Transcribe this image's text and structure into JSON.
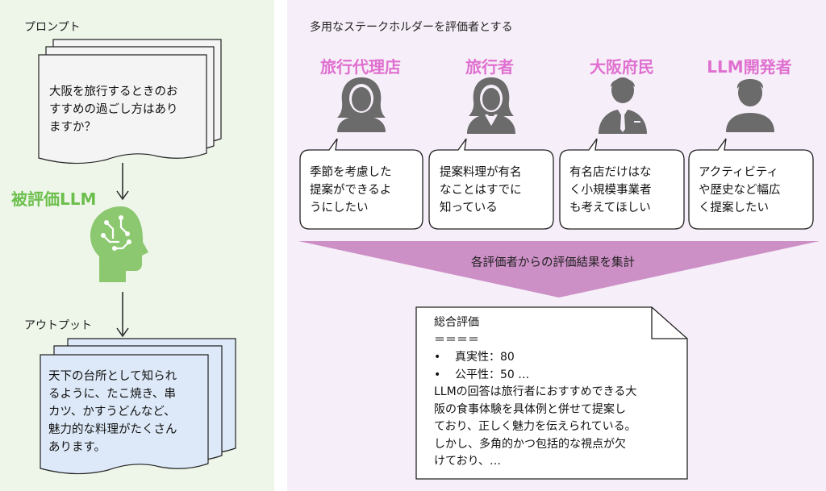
{
  "left": {
    "prompt_label": "プロンプト",
    "prompt_text": [
      "大阪を旅行するときのお",
      "すすめの過ごし方はあり",
      "ますか？"
    ],
    "llm_label": "被評価LLM",
    "output_label": "アウトプット",
    "output_text": [
      "天下の台所として知られ",
      "るように、たこ焼き、串",
      "カツ、かすうどんなど、",
      "魅力的な料理がたくさん",
      "あります。"
    ]
  },
  "right": {
    "heading": "多用なステークホルダーを評価者とする",
    "stakeholders": [
      {
        "title": "旅行代理店",
        "icon": "woman-icon",
        "comment": [
          "季節を考慮した",
          "提案ができるよ",
          "うにしたい"
        ]
      },
      {
        "title": "旅行者",
        "icon": "woman-suit-icon",
        "comment": [
          "提案料理が有名",
          "なことはすでに",
          "知っている"
        ]
      },
      {
        "title": "大阪府民",
        "icon": "man-suit-icon",
        "comment": [
          "有名店だけはな",
          "く小規模事業者",
          "も考えてほしい"
        ]
      },
      {
        "title": "LLM開発者",
        "icon": "man-icon",
        "comment": [
          "アクティビティ",
          "や歴史など幅広",
          "く提案したい"
        ]
      }
    ],
    "aggregate_label": "各評価者からの評価結果を集計",
    "summary": {
      "title": "総合評価",
      "separator": "＝＝＝＝",
      "scores": [
        "真実性：80",
        "公平性：50 …"
      ],
      "body": [
        "LLMの回答は旅行者におすすめできる大",
        "阪の食事体験を具体例と併せて提案し",
        "ており、正しく魅力を伝えられている。",
        "しかし、多角的かつ包括的な視点が欠",
        "けており、…"
      ]
    },
    "colors": {
      "accent": "#e070d0",
      "funnel": "#cc8fc6",
      "llm_green": "#8cc870"
    }
  }
}
